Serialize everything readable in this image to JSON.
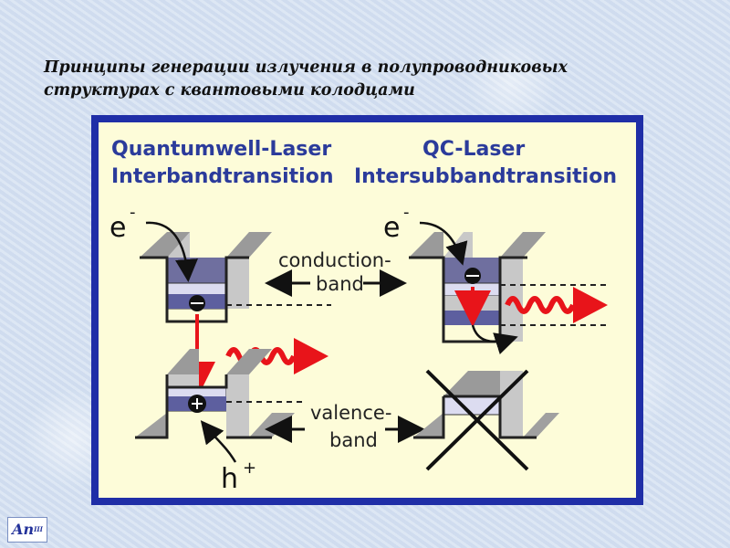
{
  "slide": {
    "title_line1": "Принципы генерации излучения в полупроводниковых",
    "title_line2": "структурах с квантовыми колодцами"
  },
  "diagram": {
    "left_heading_line1": "Quantumwell-Laser",
    "left_heading_line2": "Interbandtransition",
    "right_heading_line1": "QC-Laser",
    "right_heading_line2": "Intersubbandtransition",
    "conduction_label_line1": "conduction-",
    "conduction_label_line2": "band",
    "valence_label_line1": "valence-",
    "valence_label_line2": "band",
    "electron_label_left": "e",
    "electron_label_right": "e",
    "charge_minus": "-",
    "hole_label": "h",
    "hole_charge": "+",
    "electron_symbol": "e"
  },
  "logo": {
    "text": "An",
    "superscript": "III"
  },
  "colors": {
    "frame": "#1f2ea7",
    "panel": "#fdfcd9",
    "heading": "#2b3b9b",
    "photon": "#e8141a",
    "well_fill": "#5d5f9f",
    "band_gray": "#8c8c8c"
  }
}
